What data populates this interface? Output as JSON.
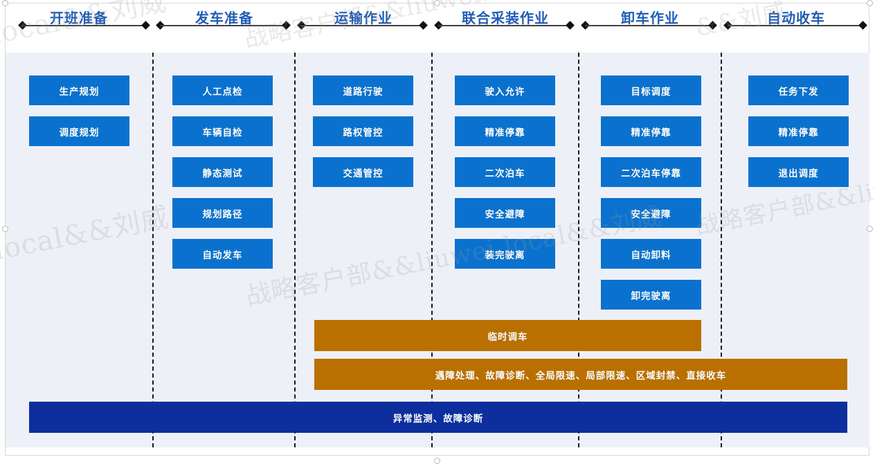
{
  "diagram": {
    "title_color": "#1f5cb5",
    "box_color": "#0a72ce",
    "orange_color": "#b97000",
    "navy_color": "#0d2f9e",
    "panel_color": "#eef0f8"
  },
  "phases": [
    {
      "label": "开班准备",
      "steps": [
        {
          "label": "生产规划"
        },
        {
          "label": "调度规划"
        }
      ]
    },
    {
      "label": "发车准备",
      "steps": [
        {
          "label": "人工点检"
        },
        {
          "label": "车辆自检"
        },
        {
          "label": "静态测试"
        },
        {
          "label": "规划路径"
        },
        {
          "label": "自动发车"
        }
      ]
    },
    {
      "label": "运输作业",
      "steps": [
        {
          "label": "道路行驶"
        },
        {
          "label": "路权管控"
        },
        {
          "label": "交通管控"
        }
      ]
    },
    {
      "label": "联合采装作业",
      "steps": [
        {
          "label": "驶入允许"
        },
        {
          "label": "精准停靠"
        },
        {
          "label": "二次泊车"
        },
        {
          "label": "安全避障"
        },
        {
          "label": "装完驶离"
        }
      ]
    },
    {
      "label": "卸车作业",
      "steps": [
        {
          "label": "目标调度"
        },
        {
          "label": "精准停靠"
        },
        {
          "label": "二次泊车停靠"
        },
        {
          "label": "安全避障"
        },
        {
          "label": "自动卸料"
        },
        {
          "label": "卸完驶离"
        }
      ]
    },
    {
      "label": "自动收车",
      "steps": [
        {
          "label": "任务下发"
        },
        {
          "label": "精准停靠"
        },
        {
          "label": "退出调度"
        }
      ]
    }
  ],
  "bars": [
    {
      "label": "临时调车",
      "style": "orange"
    },
    {
      "label": "遇障处理、故障诊断、全局限速、局部限速、区域封禁、直接收车",
      "style": "orange"
    },
    {
      "label": "异常监测、故障诊断",
      "style": "navy"
    }
  ],
  "watermarks": [
    {
      "text": "local&&刘威"
    },
    {
      "text": "战略客户部&&liuwei.local"
    },
    {
      "text": "&&刘威"
    },
    {
      "text": "local&&刘威"
    },
    {
      "text": "战略客户部&&liuwei.local&&刘威"
    },
    {
      "text": "战略客户部&&liuwei"
    }
  ]
}
